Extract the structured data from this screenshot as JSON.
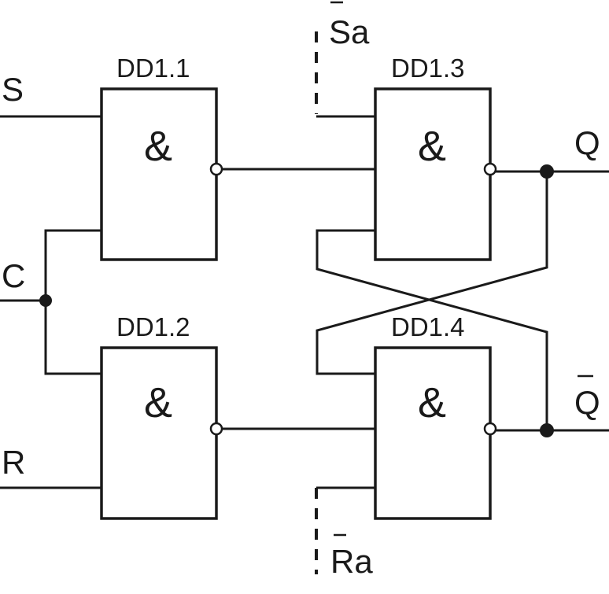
{
  "gates": {
    "dd11": {
      "name": "DD1.1",
      "symbol": "&"
    },
    "dd12": {
      "name": "DD1.2",
      "symbol": "&"
    },
    "dd13": {
      "name": "DD1.3",
      "symbol": "&"
    },
    "dd14": {
      "name": "DD1.4",
      "symbol": "&"
    }
  },
  "signals": {
    "s": "S",
    "c": "C",
    "r": "R",
    "sa": "Sa",
    "ra": "Ra",
    "q": "Q",
    "q_inv": "Q"
  }
}
